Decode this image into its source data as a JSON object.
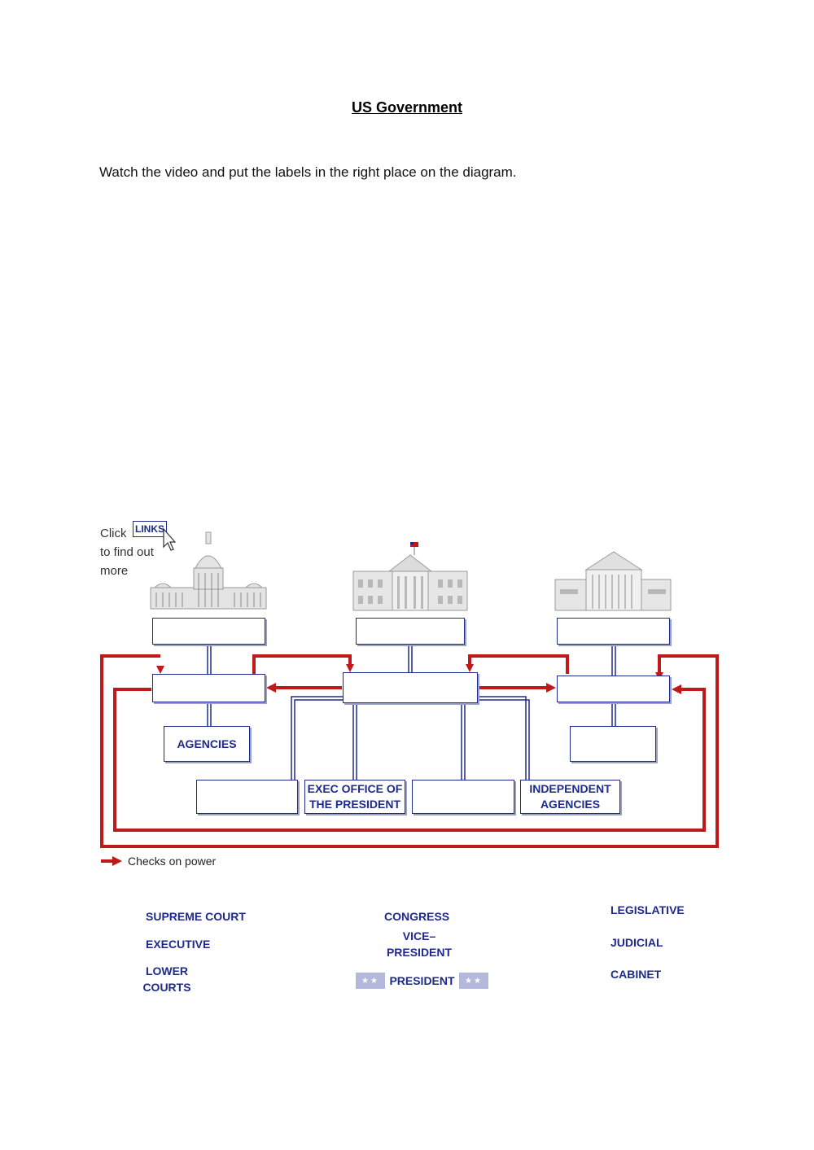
{
  "page": {
    "title": "US Government",
    "instruction": "Watch the video and put the labels in the right place on the diagram."
  },
  "diagram": {
    "click_prefix": "Click",
    "links_label": "LINKS",
    "click_suffix_1": "to find out",
    "click_suffix_2": "more",
    "boxes": {
      "agencies": "AGENCIES",
      "exec_office_1": "EXEC OFFICE OF",
      "exec_office_2": "THE PRESIDENT",
      "independent_1": "INDEPENDENT",
      "independent_2": "AGENCIES"
    },
    "legend": "Checks on power",
    "arrow_color": "#c0191c",
    "box_color": "#1e2a8c",
    "icons": [
      "capitol-building-icon",
      "white-house-icon",
      "supreme-court-building-icon",
      "pointer-cursor-icon"
    ]
  },
  "labels": {
    "supreme_court": "SUPREME COURT",
    "executive": "EXECUTIVE",
    "lower_courts_1": "LOWER",
    "lower_courts_2": "COURTS",
    "congress": "CONGRESS",
    "vice_president_1": "VICE–",
    "vice_president_2": "PRESIDENT",
    "president": "PRESIDENT",
    "president_stars": "★★",
    "legislative": "LEGISLATIVE",
    "judicial": "JUDICIAL",
    "cabinet": "CABINET"
  }
}
